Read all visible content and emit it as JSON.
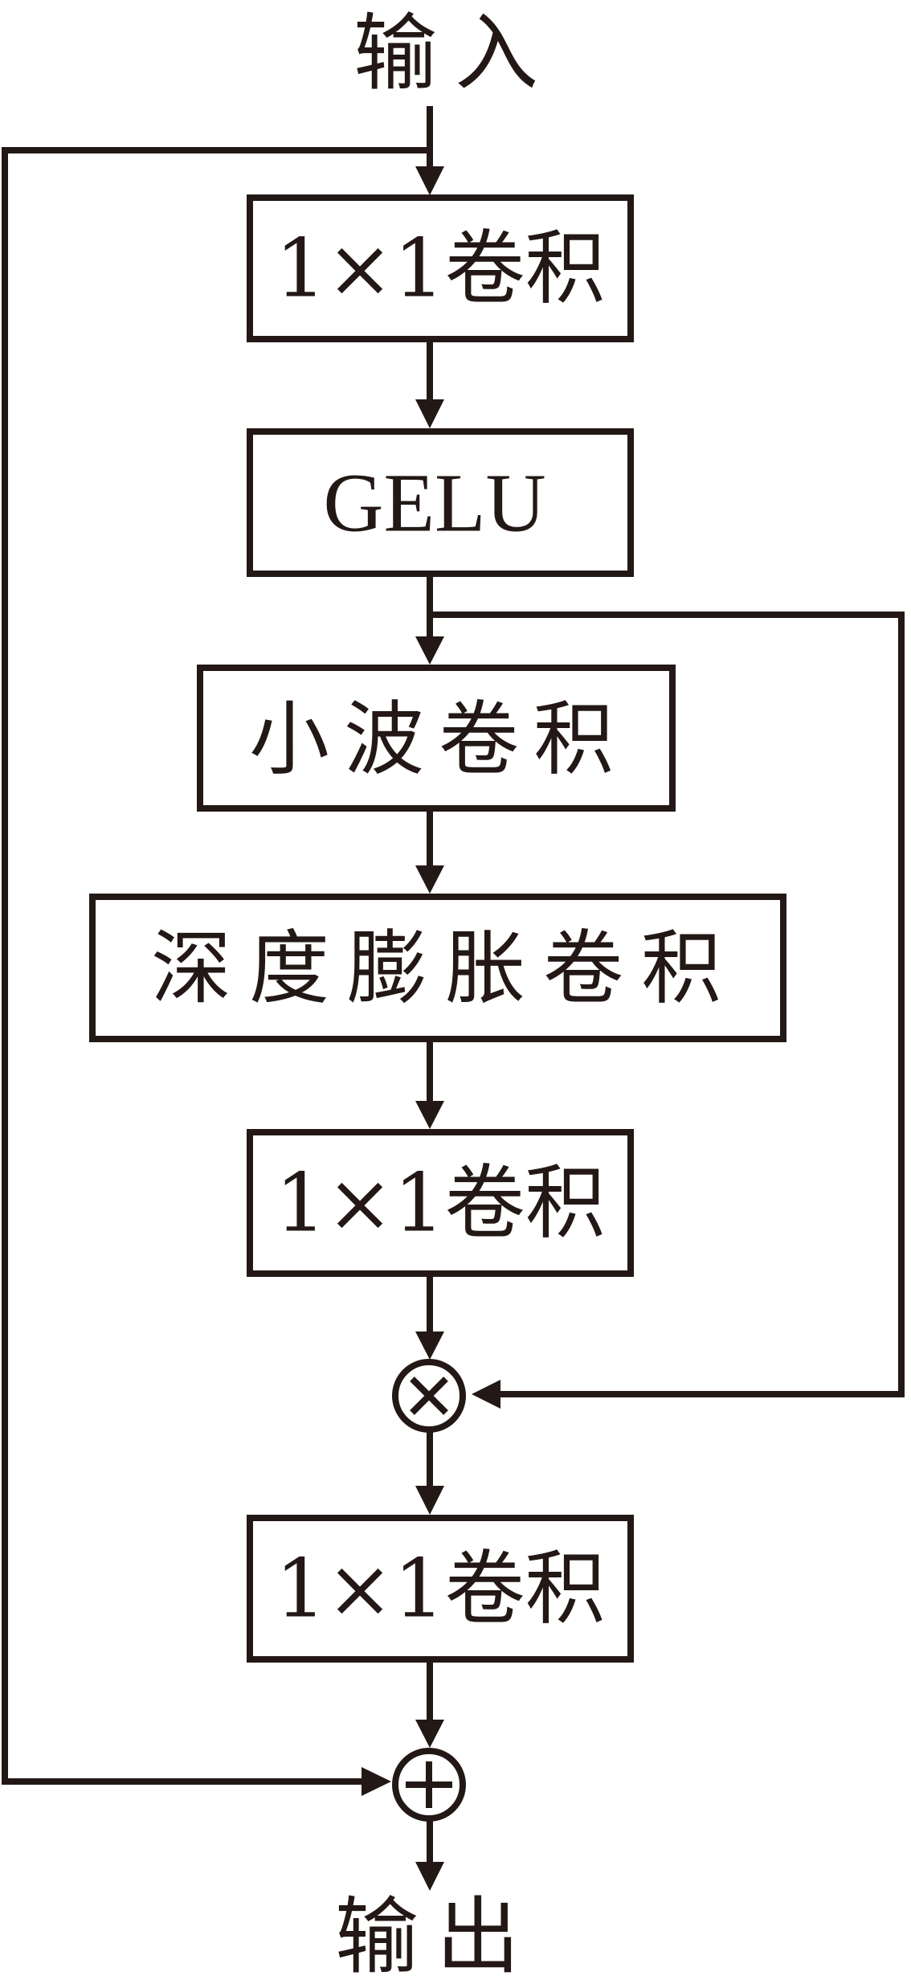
{
  "diagram": {
    "input_label": "输入",
    "output_label": "输出",
    "nodes": [
      {
        "id": "conv1x1_a",
        "label": "1×1卷积"
      },
      {
        "id": "gelu",
        "label": "GELU"
      },
      {
        "id": "wavelet_conv",
        "label": "小波卷积"
      },
      {
        "id": "depthwise_dilated_conv",
        "label": "深度膨胀卷积"
      },
      {
        "id": "conv1x1_b",
        "label": "1×1卷积"
      },
      {
        "id": "multiply",
        "symbol": "×"
      },
      {
        "id": "conv1x1_c",
        "label": "1×1卷积"
      },
      {
        "id": "add",
        "symbol": "+"
      }
    ],
    "edges": [
      {
        "from": "input",
        "to": "conv1x1_a"
      },
      {
        "from": "conv1x1_a",
        "to": "gelu"
      },
      {
        "from": "gelu",
        "to": "wavelet_conv"
      },
      {
        "from": "wavelet_conv",
        "to": "depthwise_dilated_conv"
      },
      {
        "from": "depthwise_dilated_conv",
        "to": "conv1x1_b"
      },
      {
        "from": "conv1x1_b",
        "to": "multiply"
      },
      {
        "from": "gelu",
        "to": "multiply",
        "type": "skip-right"
      },
      {
        "from": "multiply",
        "to": "conv1x1_c"
      },
      {
        "from": "conv1x1_c",
        "to": "add"
      },
      {
        "from": "input",
        "to": "add",
        "type": "skip-left"
      },
      {
        "from": "add",
        "to": "output"
      }
    ],
    "colors": {
      "stroke": "#231815",
      "background": "#ffffff"
    }
  }
}
